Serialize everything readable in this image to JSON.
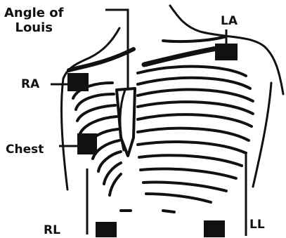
{
  "labels": {
    "angle_of_louis_line1": "Angle of",
    "angle_of_louis_line2": "Louis",
    "ra": "RA",
    "la": "LA",
    "chest": "Chest",
    "rl": "RL",
    "ll": "LL"
  },
  "colors": {
    "ink": "#111111",
    "background": "#ffffff"
  }
}
